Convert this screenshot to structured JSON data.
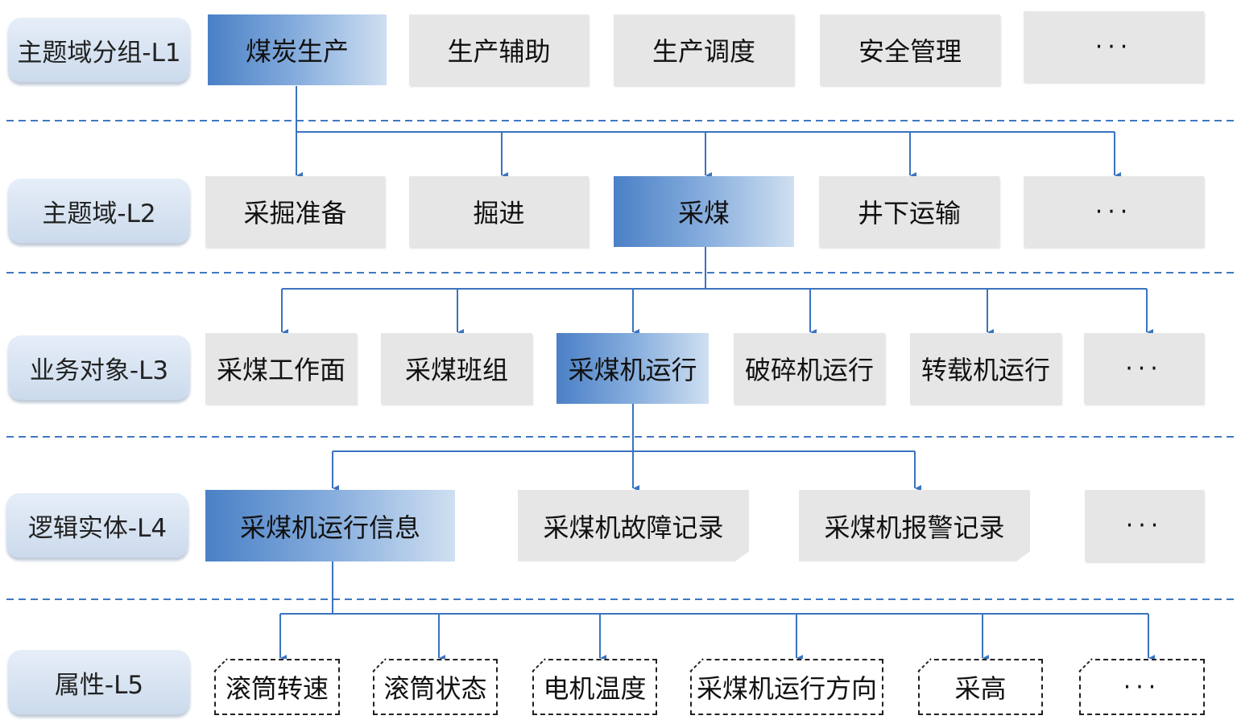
{
  "levels": {
    "l1": "主题域分组-L1",
    "l2": "主题域-L2",
    "l3": "业务对象-L3",
    "l4": "逻辑实体-L4",
    "l5": "属性-L5"
  },
  "row1": [
    "煤炭生产",
    "生产辅助",
    "生产调度",
    "安全管理",
    "···"
  ],
  "row2": [
    "采掘准备",
    "掘进",
    "采煤",
    "井下运输",
    "···"
  ],
  "row3": [
    "采煤工作面",
    "采煤班组",
    "采煤机运行",
    "破碎机运行",
    "转载机运行",
    "···"
  ],
  "row4": [
    "采煤机运行信息",
    "采煤机故障记录",
    "采煤机报警记录",
    "···"
  ],
  "row5": [
    "滚筒转速",
    "滚筒状态",
    "电机温度",
    "采煤机运行方向",
    "采高",
    "···"
  ],
  "colors": {
    "line": "#3a73c0",
    "divider": "#3f78c2",
    "highlight": "#4a80c6",
    "box_gray": "#e6e6e6"
  }
}
